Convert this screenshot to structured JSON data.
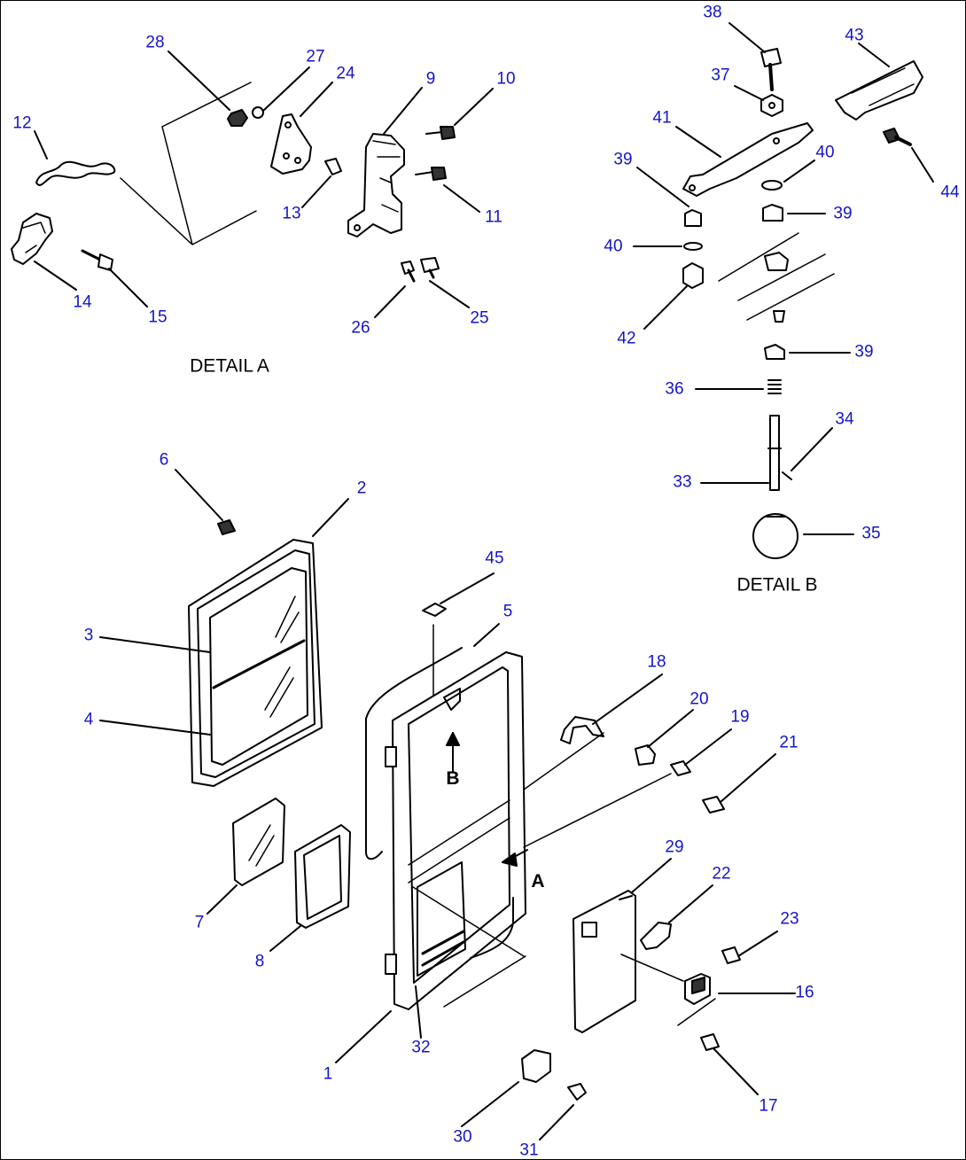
{
  "details": {
    "a": "DETAIL A",
    "b": "DETAIL B"
  },
  "view_arrows": {
    "a": "A",
    "b": "B"
  },
  "callouts": {
    "1": "1",
    "2": "2",
    "3": "3",
    "4": "4",
    "5": "5",
    "6": "6",
    "7": "7",
    "8": "8",
    "9": "9",
    "10": "10",
    "11": "11",
    "12": "12",
    "13": "13",
    "14": "14",
    "15": "15",
    "16": "16",
    "17": "17",
    "18": "18",
    "19": "19",
    "20": "20",
    "21": "21",
    "22": "22",
    "23": "23",
    "24": "24",
    "25": "25",
    "26": "26",
    "27": "27",
    "28": "28",
    "29": "29",
    "30": "30",
    "31": "31",
    "32": "32",
    "33": "33",
    "34": "34",
    "35": "35",
    "36": "36",
    "37": "37",
    "38": "38",
    "39a": "39",
    "39b": "39",
    "39c": "39",
    "40a": "40",
    "40b": "40",
    "41": "41",
    "42": "42",
    "43": "43",
    "44": "44",
    "45": "45"
  }
}
